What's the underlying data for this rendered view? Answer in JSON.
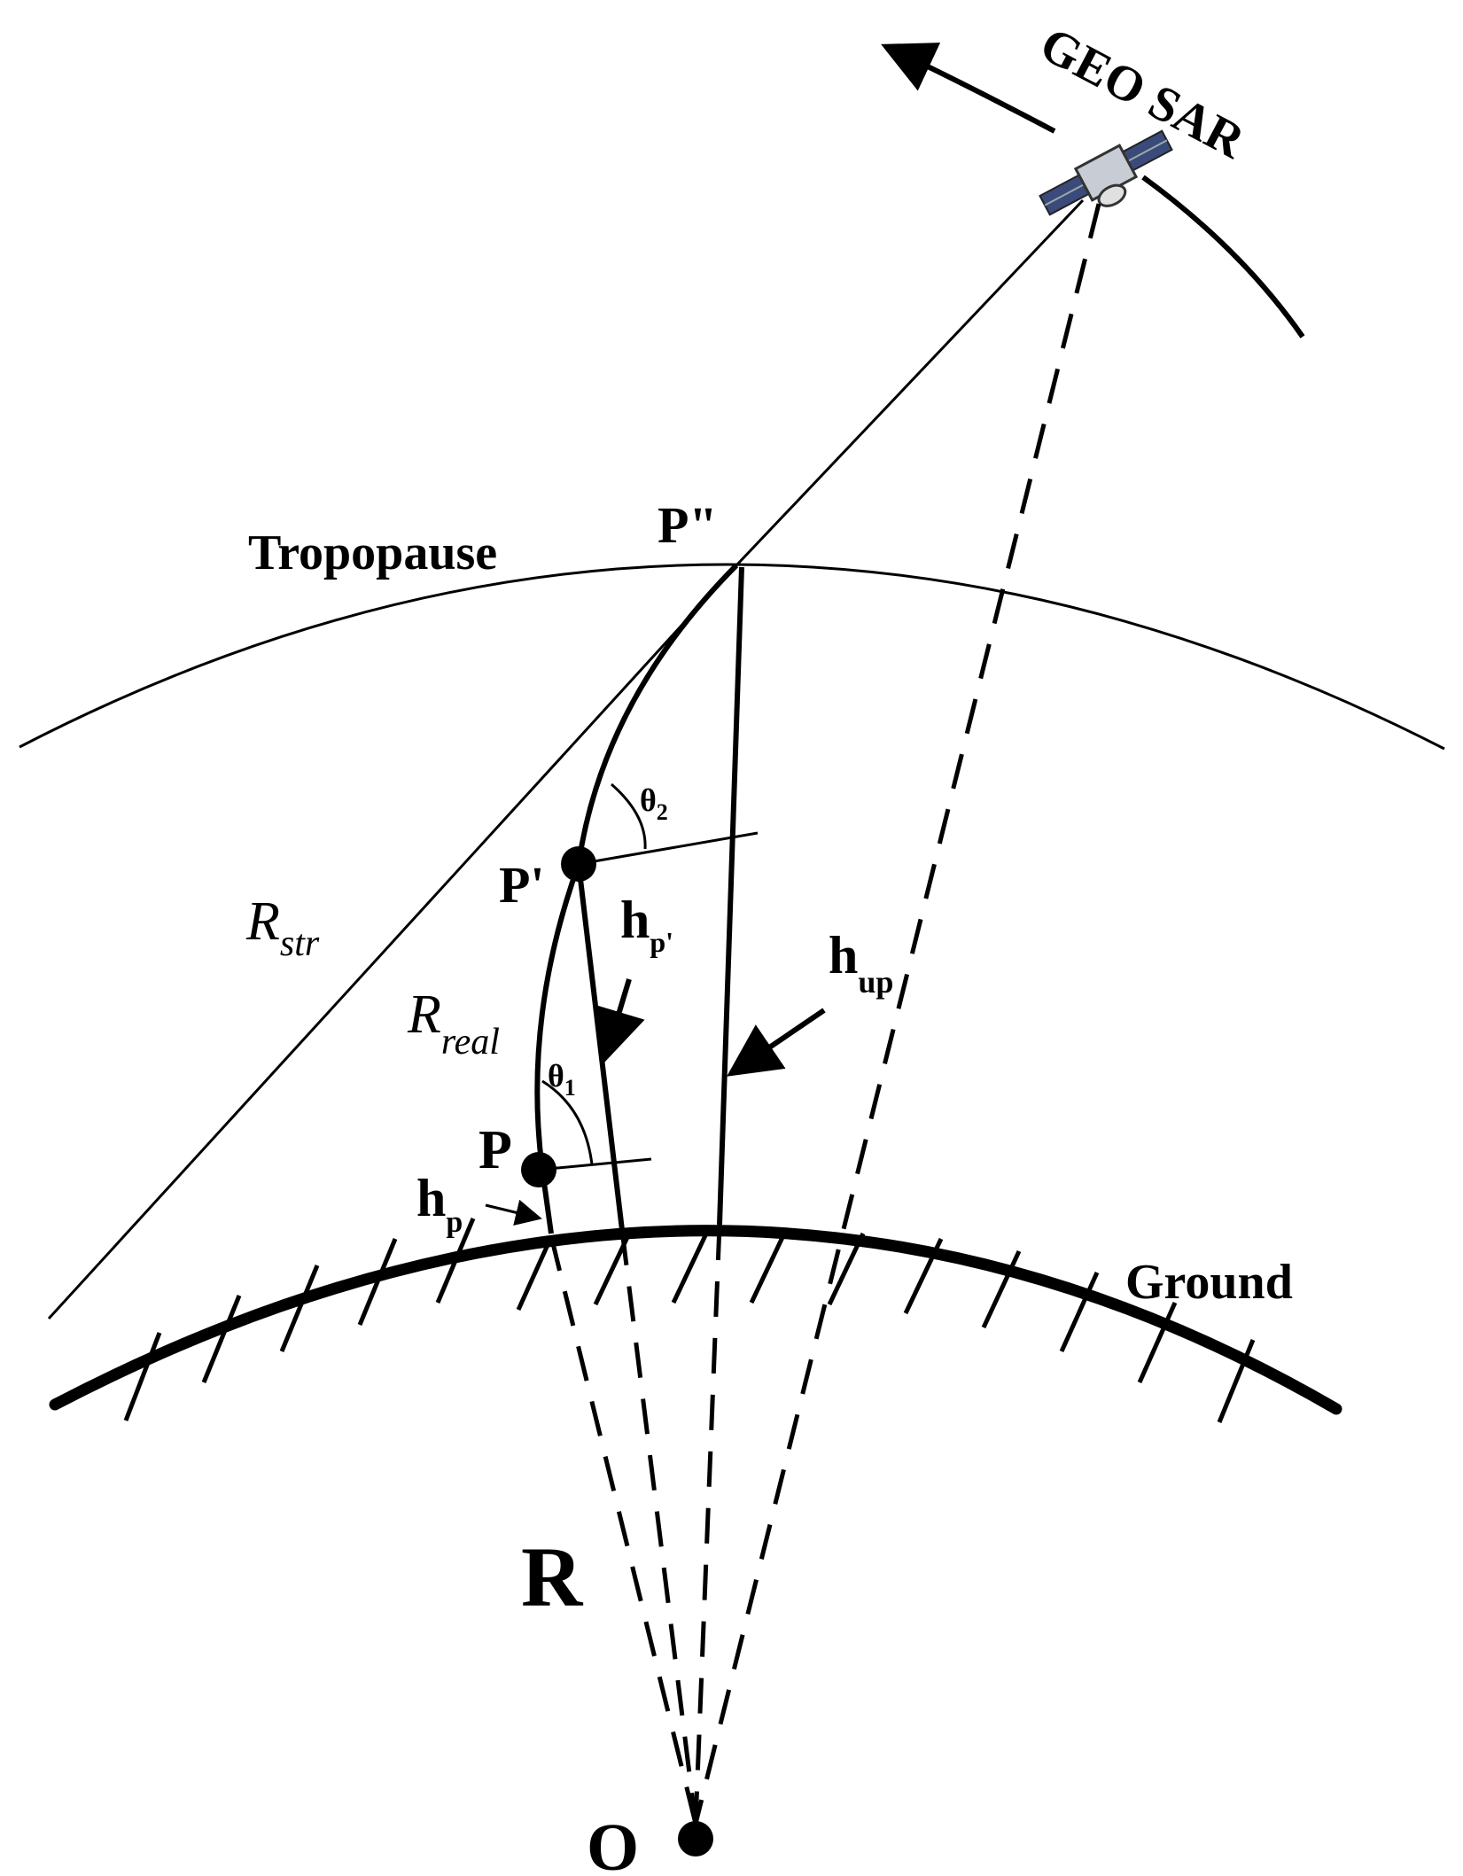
{
  "diagram": {
    "labels": {
      "satellite": "GEO SAR",
      "tropopause": "Tropopause",
      "ground": "Ground",
      "point_p_double_prime": "P\"",
      "point_p_prime": "P'",
      "point_p": "P",
      "origin": "O",
      "earth_radius": "R",
      "r_str_main": "R",
      "r_str_sub": "str",
      "r_real_main": "R",
      "r_real_sub": "real",
      "theta2_main": "θ",
      "theta2_sub": "2",
      "theta1_main": "θ",
      "theta1_sub": "1",
      "h_p_prime_main": "h",
      "h_p_prime_sub": "p'",
      "h_up_main": "h",
      "h_up_sub": "up",
      "h_p_main": "h",
      "h_p_sub": "p"
    },
    "icons": {
      "satellite": "satellite-icon",
      "arrow": "arrow-icon"
    },
    "colors": {
      "line": "#000000",
      "background": "#ffffff"
    }
  }
}
